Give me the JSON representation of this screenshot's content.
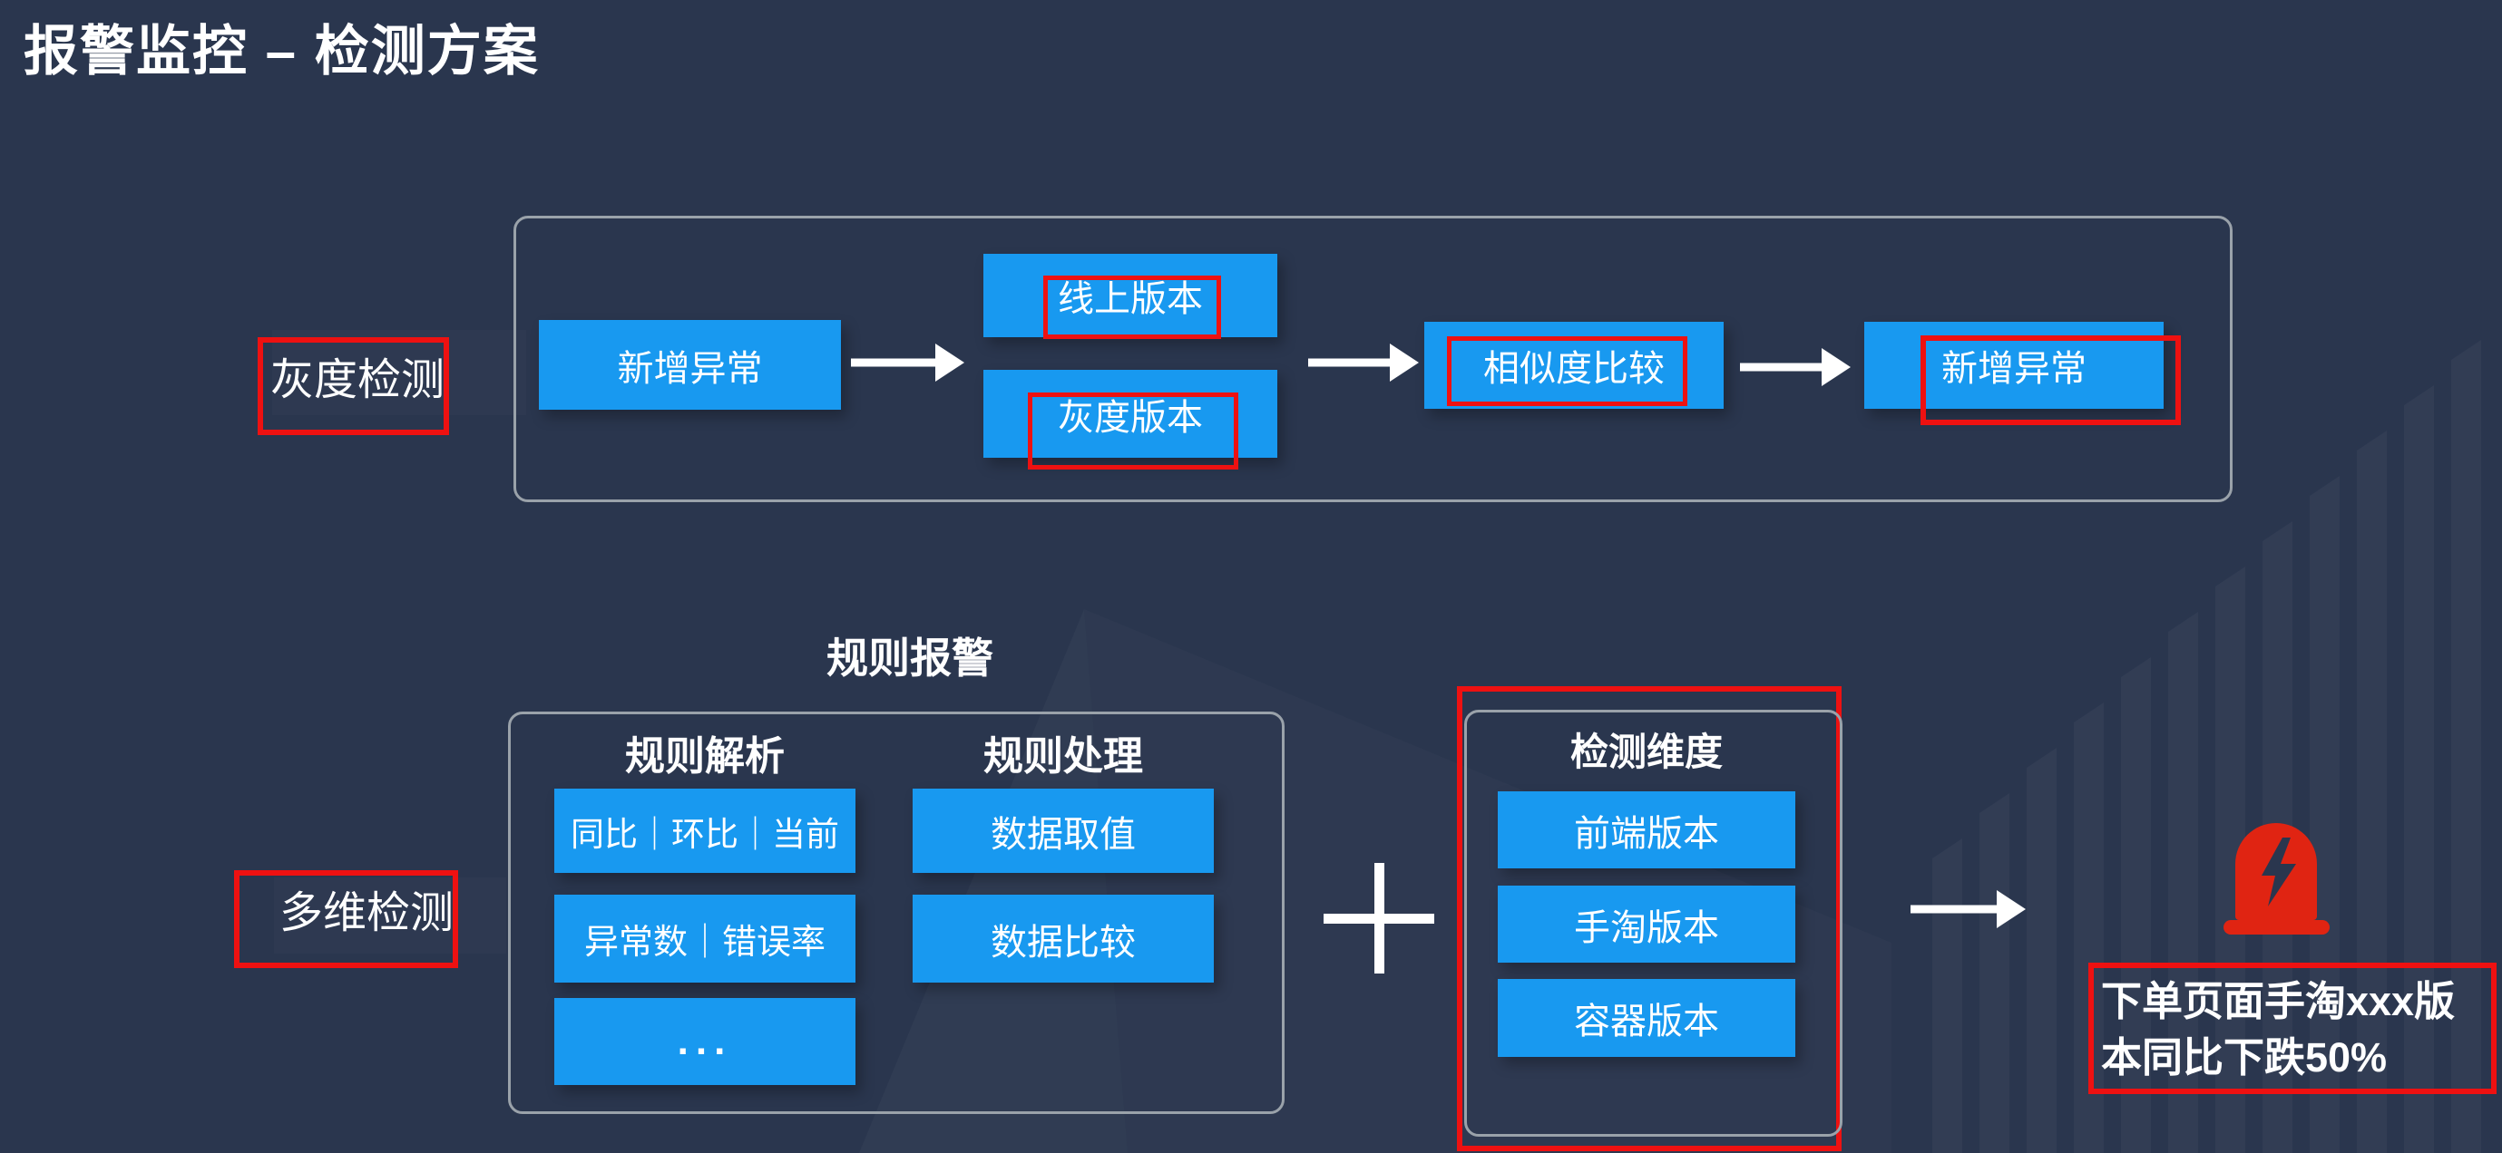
{
  "title": "报警监控 – 检测方案",
  "colors": {
    "background": "#2A364E",
    "accent_blue": "#1899F0",
    "highlight_red": "#EE1111",
    "alarm_red": "#E02412",
    "border_gray": "#9AA2AA",
    "text_white": "#FFFFFF"
  },
  "gray_flow": {
    "label": "灰度检测",
    "start": "新增异常",
    "online": "线上版本",
    "gray": "灰度版本",
    "compare": "相似度比较",
    "result": "新增异常"
  },
  "multi_flow": {
    "label": "多维检测",
    "rule_alarm_title": "规则报警",
    "rule_parse_header": "规则解析",
    "rule_parse_items": [
      "同比｜环比｜当前",
      "异常数｜错误率",
      "..."
    ],
    "rule_process_header": "规则处理",
    "rule_process_items": [
      "数据取值",
      "数据比较"
    ],
    "dimension_header": "检测维度",
    "dimension_items": [
      "前端版本",
      "手淘版本",
      "容器版本"
    ],
    "alert_lines": [
      "下单页面手淘xxx版",
      "本同比下跌50%"
    ]
  }
}
